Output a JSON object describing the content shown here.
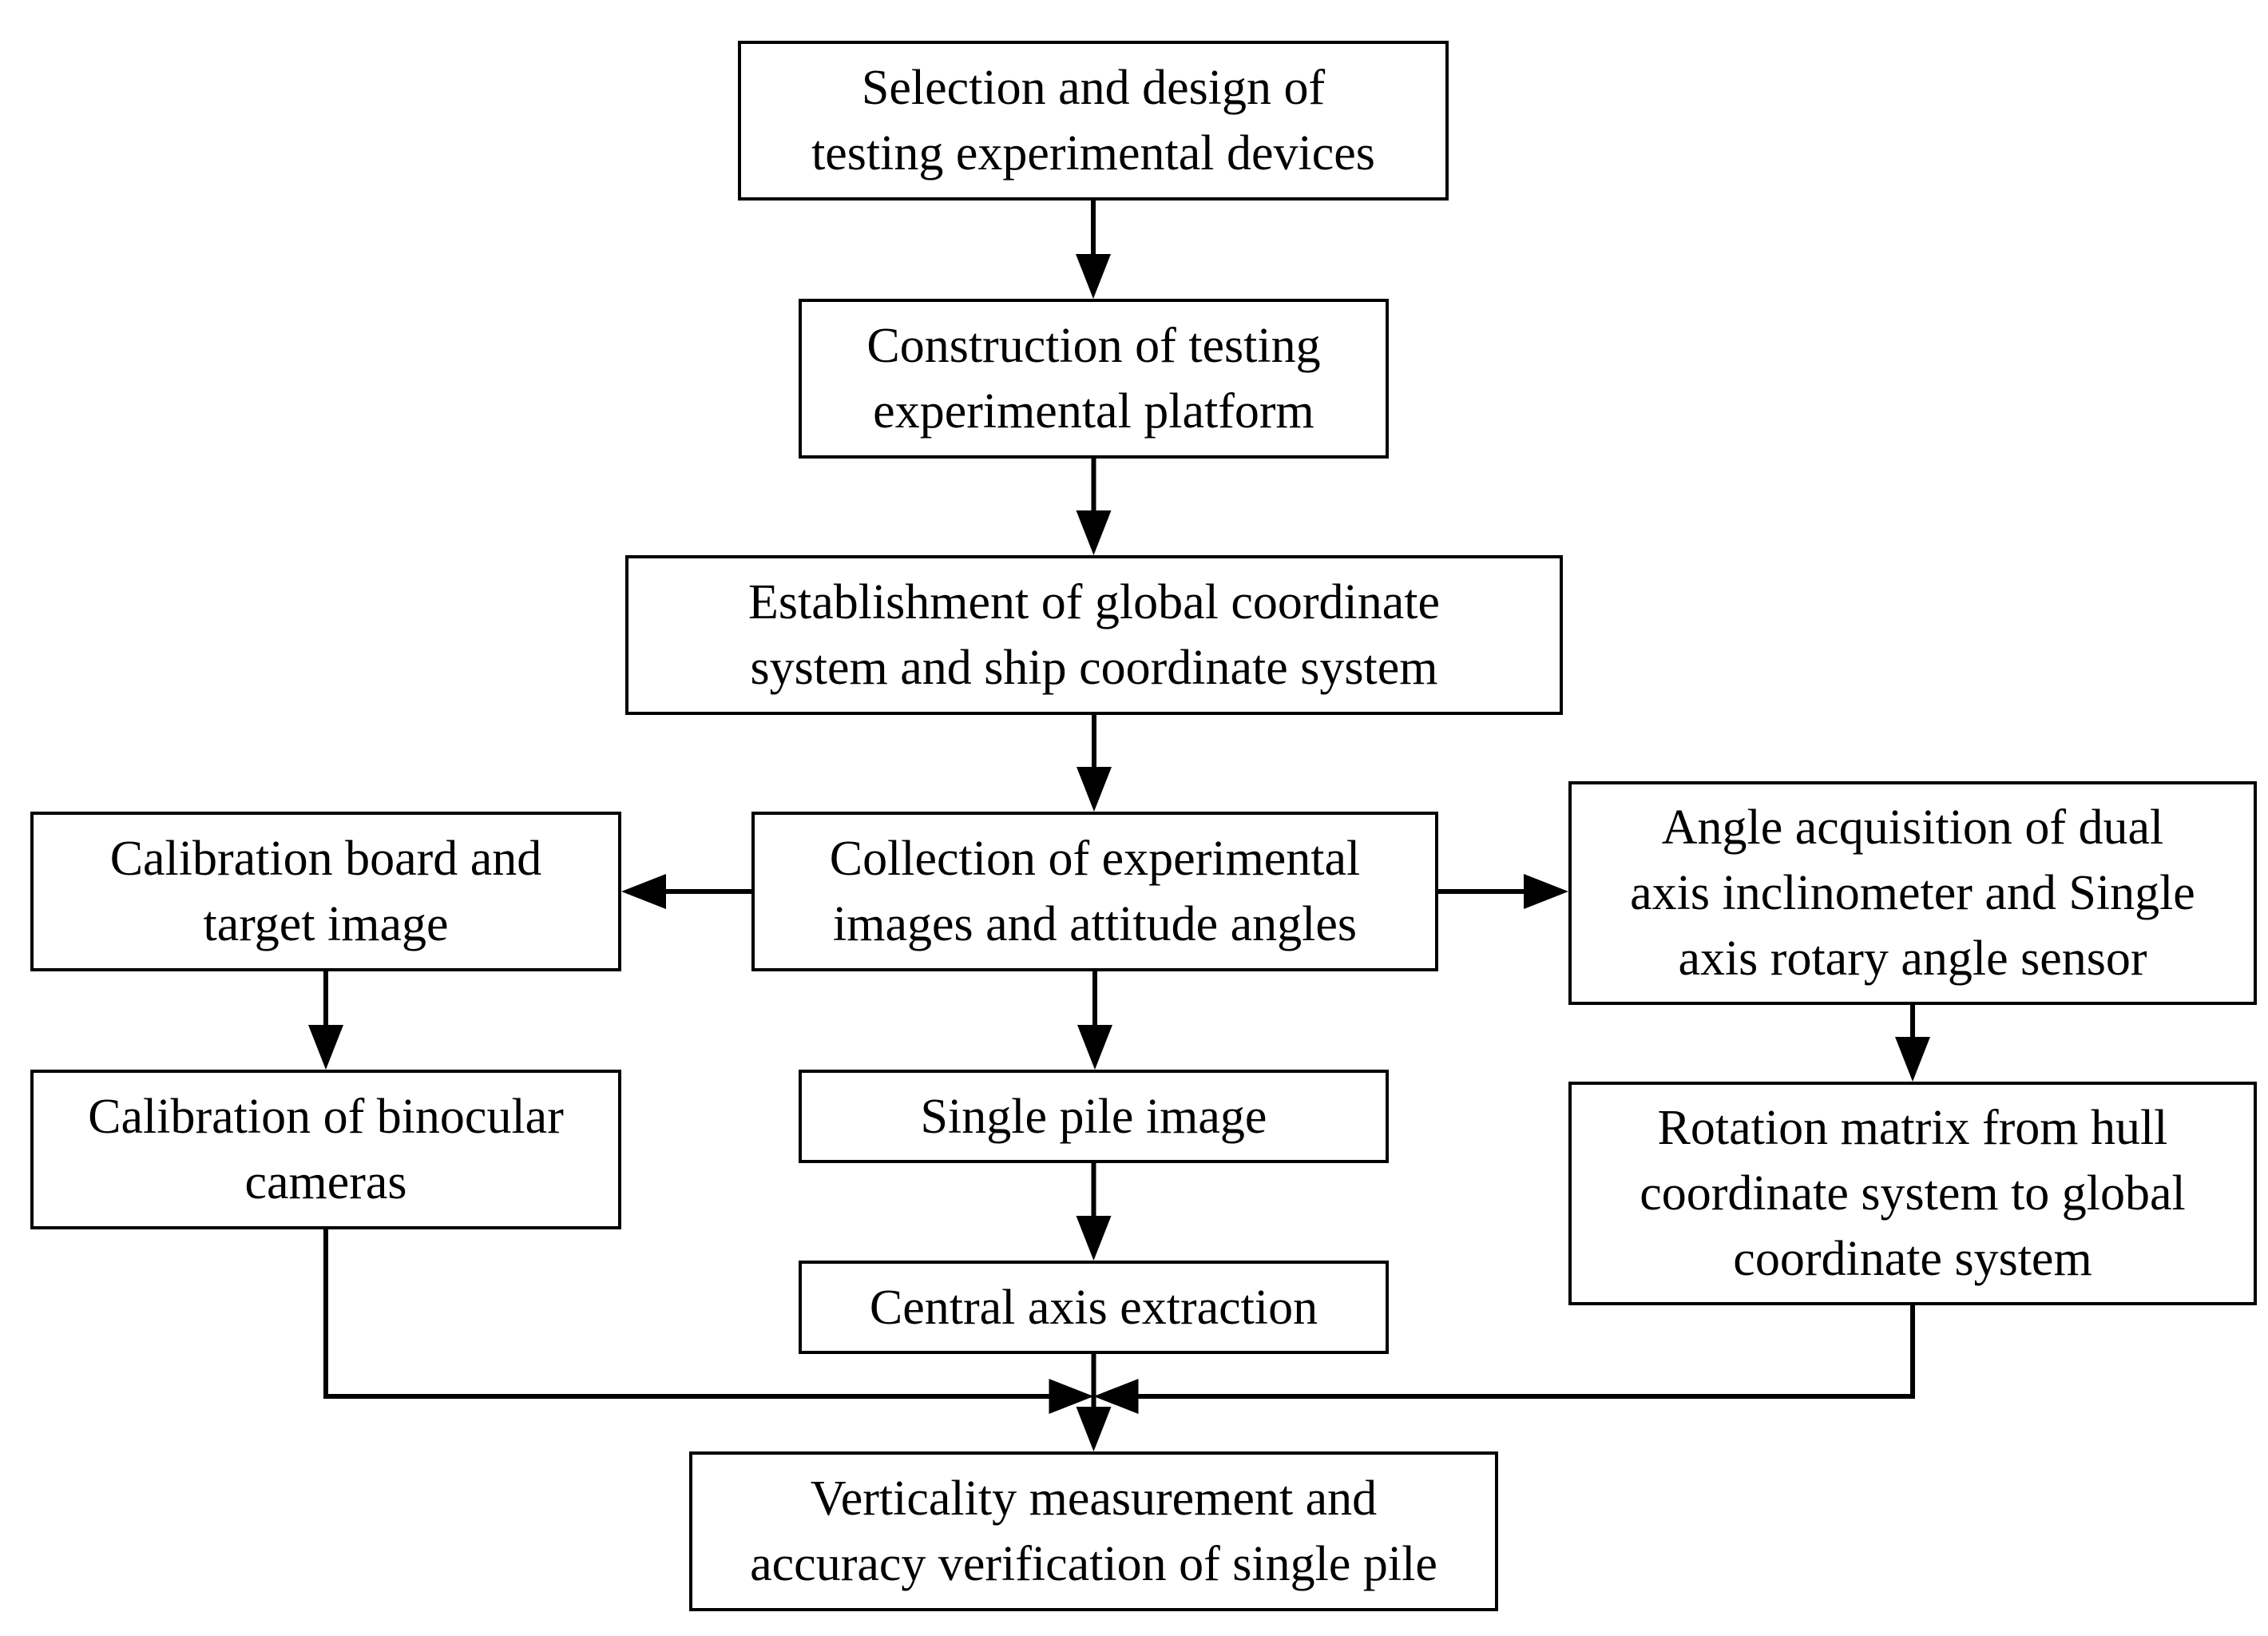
{
  "flowchart": {
    "nodes": [
      {
        "id": "n1",
        "name": "step-selection-design",
        "label": "Selection and design of\ntesting experimental devices"
      },
      {
        "id": "n2",
        "name": "step-construction-platform",
        "label": "Construction of testing\nexperimental platform"
      },
      {
        "id": "n3",
        "name": "step-establish-coordinate-systems",
        "label": "Establishment of global coordinate\nsystem and ship coordinate system"
      },
      {
        "id": "n4",
        "name": "step-calibration-board-target",
        "label": "Calibration board and\ntarget image"
      },
      {
        "id": "n5",
        "name": "step-collection-images-angles",
        "label": "Collection of experimental\nimages and attitude angles"
      },
      {
        "id": "n6",
        "name": "step-angle-acquisition",
        "label": "Angle acquisition of dual\naxis inclinometer and Single\naxis rotary angle sensor"
      },
      {
        "id": "n7",
        "name": "step-calibration-binocular",
        "label": "Calibration of binocular\ncameras"
      },
      {
        "id": "n8",
        "name": "step-single-pile-image",
        "label": "Single pile image"
      },
      {
        "id": "n9",
        "name": "step-rotation-matrix",
        "label": "Rotation matrix from hull\ncoordinate system to global\ncoordinate system"
      },
      {
        "id": "n10",
        "name": "step-central-axis-extraction",
        "label": "Central axis extraction"
      },
      {
        "id": "n11",
        "name": "step-verticality-measurement",
        "label": "Verticality measurement and\naccuracy verification of single pile"
      }
    ],
    "edges": [
      {
        "from": "n1",
        "to": "n2"
      },
      {
        "from": "n2",
        "to": "n3"
      },
      {
        "from": "n3",
        "to": "n5"
      },
      {
        "from": "n5",
        "to": "n4"
      },
      {
        "from": "n5",
        "to": "n6"
      },
      {
        "from": "n4",
        "to": "n7"
      },
      {
        "from": "n5",
        "to": "n8"
      },
      {
        "from": "n6",
        "to": "n9"
      },
      {
        "from": "n8",
        "to": "n10"
      },
      {
        "from": "n7",
        "to": "n11"
      },
      {
        "from": "n10",
        "to": "n11"
      },
      {
        "from": "n9",
        "to": "n11"
      }
    ],
    "colors": {
      "stroke": "#000000",
      "fill": "#ffffff",
      "text": "#000000"
    }
  }
}
